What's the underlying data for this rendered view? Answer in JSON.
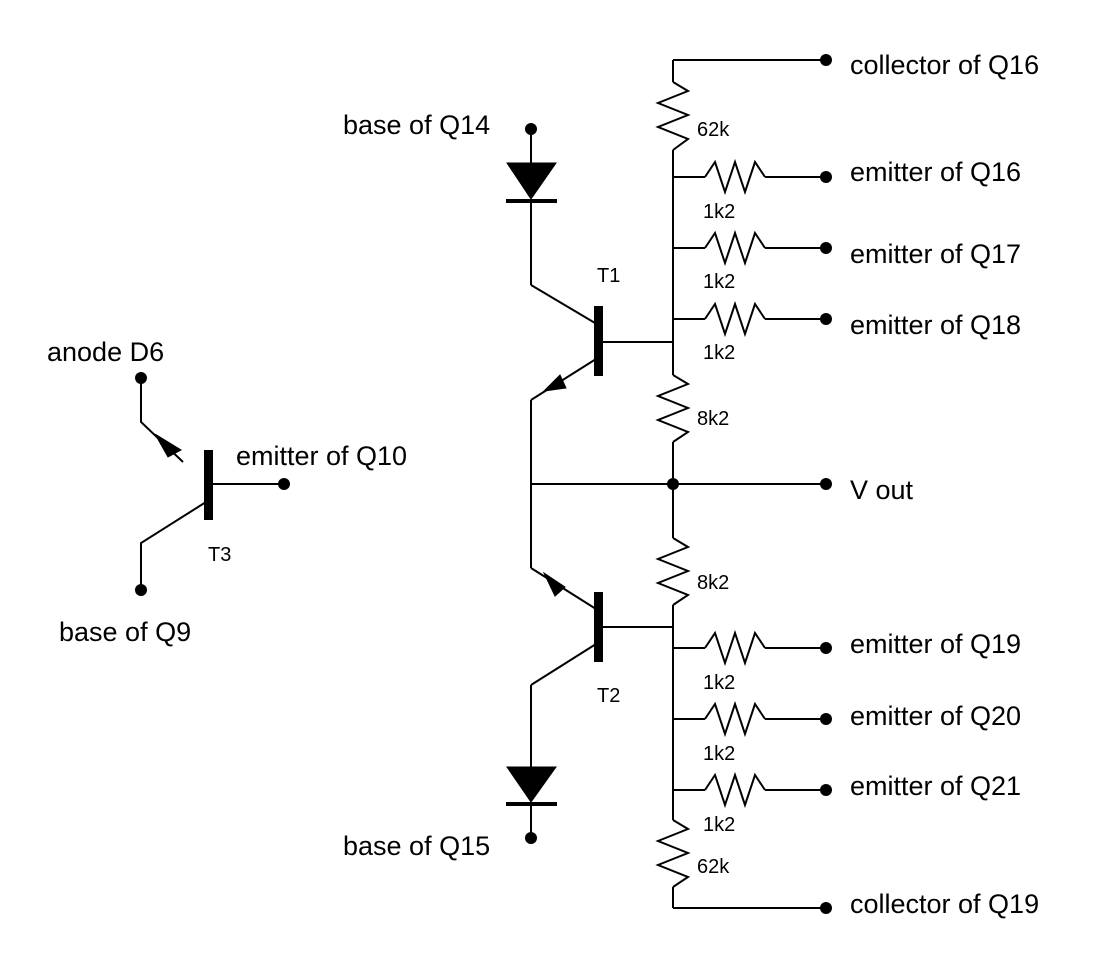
{
  "terminals": {
    "anode_d6": "anode D6",
    "emitter_q10": "emitter of Q10",
    "base_q9": "base of Q9",
    "base_q14": "base of Q14",
    "base_q15": "base of Q15",
    "collector_q16": "collector of Q16",
    "emitter_q16": "emitter of Q16",
    "emitter_q17": "emitter of Q17",
    "emitter_q18": "emitter of Q18",
    "v_out": "V out",
    "emitter_q19": "emitter of Q19",
    "emitter_q20": "emitter of Q20",
    "emitter_q21": "emitter of Q21",
    "collector_q19": "collector of Q19"
  },
  "transistors": {
    "t1": "T1",
    "t2": "T2",
    "t3": "T3"
  },
  "resistors": {
    "r_top": "62k",
    "r_q16": "1k2",
    "r_q17": "1k2",
    "r_q18": "1k2",
    "r_mid_upper": "8k2",
    "r_mid_lower": "8k2",
    "r_q19": "1k2",
    "r_q20": "1k2",
    "r_q21": "1k2",
    "r_bottom": "62k"
  }
}
